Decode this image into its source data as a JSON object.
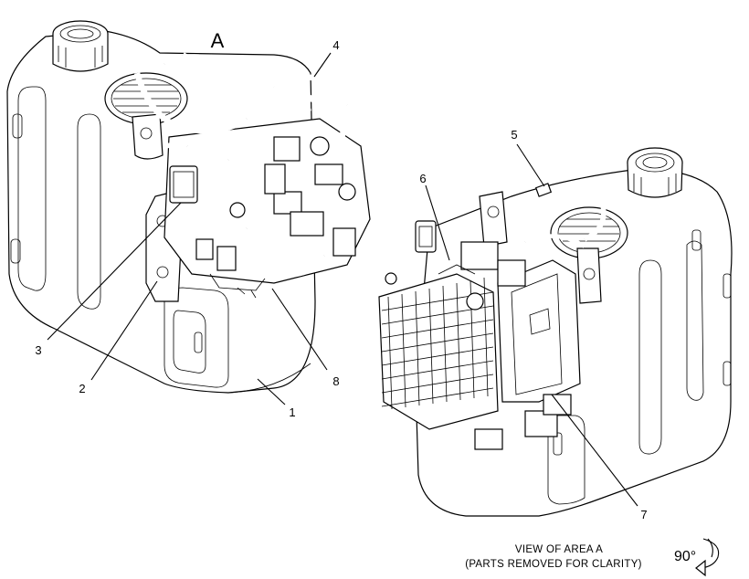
{
  "view_label": "A",
  "callouts": [
    "1",
    "2",
    "3",
    "4",
    "5",
    "6",
    "7",
    "8"
  ],
  "caption": {
    "line1": "VIEW OF AREA A",
    "line2": "(PARTS REMOVED FOR CLARITY)"
  },
  "rotation": "90°"
}
